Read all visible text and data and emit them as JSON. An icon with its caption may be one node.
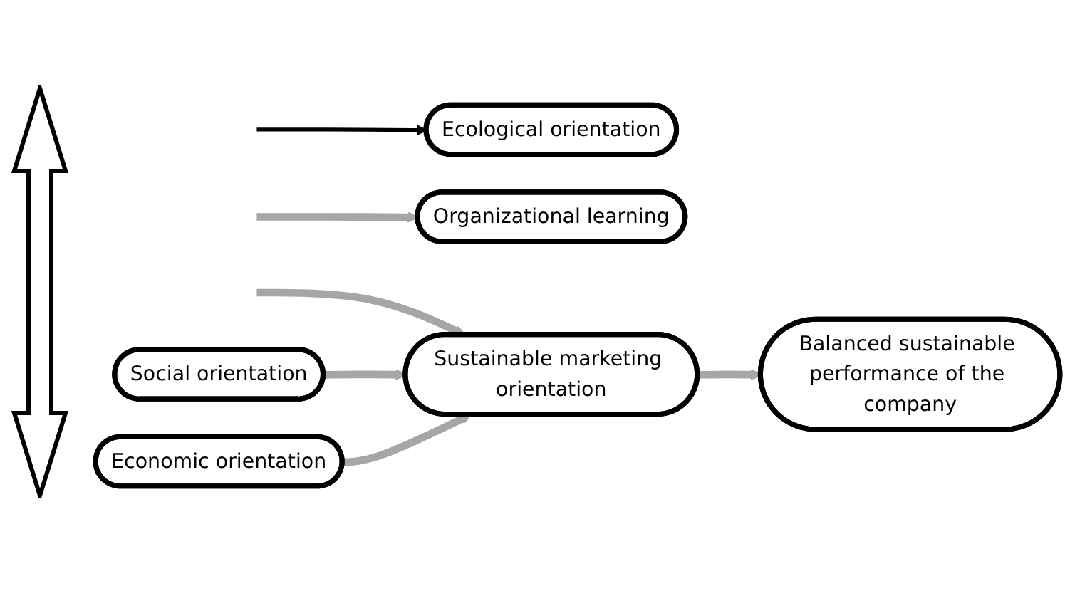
{
  "diagram": {
    "nodes": [
      {
        "text": [
          "Ecological orientation"
        ]
      },
      {
        "text": [
          "Organizational learning"
        ]
      },
      {
        "text": [
          "Social orientation"
        ]
      },
      {
        "text": [
          "Sustainable marketing orientation"
        ]
      },
      {
        "text": [
          "Balanced sustainable performance of the company"
        ]
      },
      {
        "text": [
          "Economic orientation"
        ]
      }
    ],
    "edges": [
      {
        "from": null,
        "to": 0,
        "arrow": "to",
        "color": "#000000"
      },
      {
        "from": null,
        "to": 3,
        "arrow": "to"
      },
      {
        "from": null,
        "to": 1,
        "arrow": "to"
      },
      {
        "from": 2,
        "to": 3,
        "arrow": "to"
      },
      {
        "from": 5,
        "to": 3,
        "arrow": "to"
      },
      {
        "from": 3,
        "to": 4,
        "arrow": "to"
      }
    ]
  }
}
